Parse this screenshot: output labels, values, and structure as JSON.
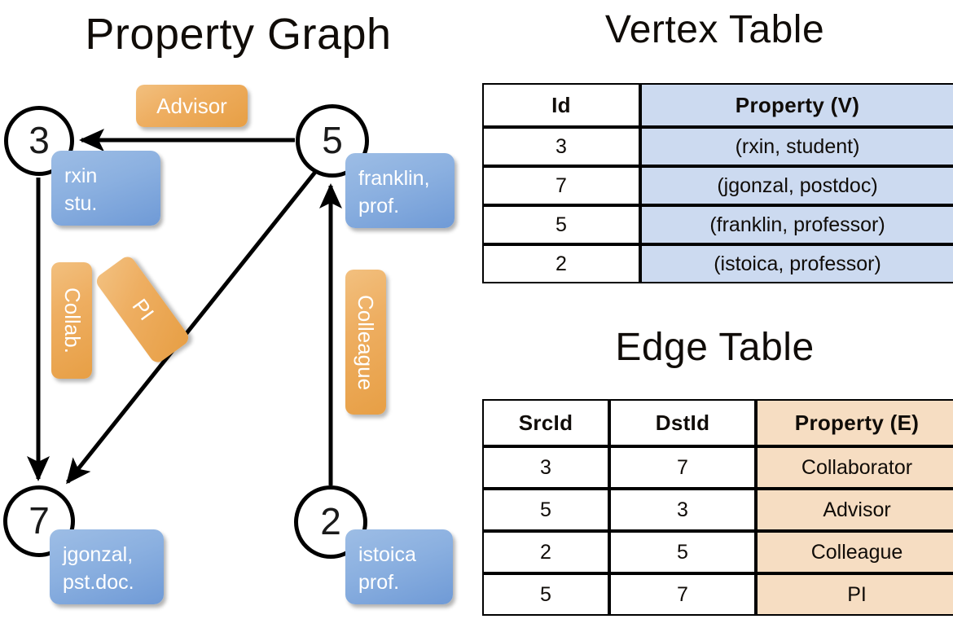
{
  "titles": {
    "property_graph": "Property Graph",
    "vertex_table": "Vertex Table",
    "edge_table": "Edge Table"
  },
  "colors": {
    "vertex_property_fill": "#ccdaf0",
    "edge_property_fill": "#f6ddc2",
    "node_box_blue": "#8bb0e0",
    "edge_badge_orange": "#eeae61",
    "stroke": "#000000"
  },
  "graph": {
    "vertices": [
      {
        "id": "3",
        "label_lines": [
          "rxin",
          "stu."
        ]
      },
      {
        "id": "5",
        "label_lines": [
          "franklin,",
          "prof."
        ]
      },
      {
        "id": "7",
        "label_lines": [
          "jgonzal,",
          "pst.doc."
        ]
      },
      {
        "id": "2",
        "label_lines": [
          "istoica",
          "prof."
        ]
      }
    ],
    "vertex_labels": {
      "rxin": "rxin",
      "stu": "stu.",
      "franklin": "franklin,",
      "prof5": "prof.",
      "jgonzal": "jgonzal,",
      "pstdoc": "pst.doc.",
      "istoica": "istoica",
      "prof2": "prof."
    },
    "edge_badges": {
      "advisor": "Advisor",
      "collab": "Collab.",
      "pi": "PI",
      "colleague": "Colleague"
    },
    "edges": [
      {
        "from": "5",
        "to": "3",
        "label": "Advisor"
      },
      {
        "from": "3",
        "to": "7",
        "label": "Collab."
      },
      {
        "from": "5",
        "to": "7",
        "label": "PI"
      },
      {
        "from": "2",
        "to": "5",
        "label": "Colleague"
      }
    ]
  },
  "vertex_table": {
    "headers": {
      "id": "Id",
      "property": "Property (V)"
    },
    "rows": [
      {
        "id": "3",
        "property": "(rxin, student)"
      },
      {
        "id": "7",
        "property": "(jgonzal, postdoc)"
      },
      {
        "id": "5",
        "property": "(franklin, professor)"
      },
      {
        "id": "2",
        "property": "(istoica, professor)"
      }
    ]
  },
  "edge_table": {
    "headers": {
      "src": "SrcId",
      "dst": "DstId",
      "property": "Property (E)"
    },
    "rows": [
      {
        "src": "3",
        "dst": "7",
        "property": "Collaborator"
      },
      {
        "src": "5",
        "dst": "3",
        "property": "Advisor"
      },
      {
        "src": "2",
        "dst": "5",
        "property": "Colleague"
      },
      {
        "src": "5",
        "dst": "7",
        "property": "PI"
      }
    ]
  }
}
